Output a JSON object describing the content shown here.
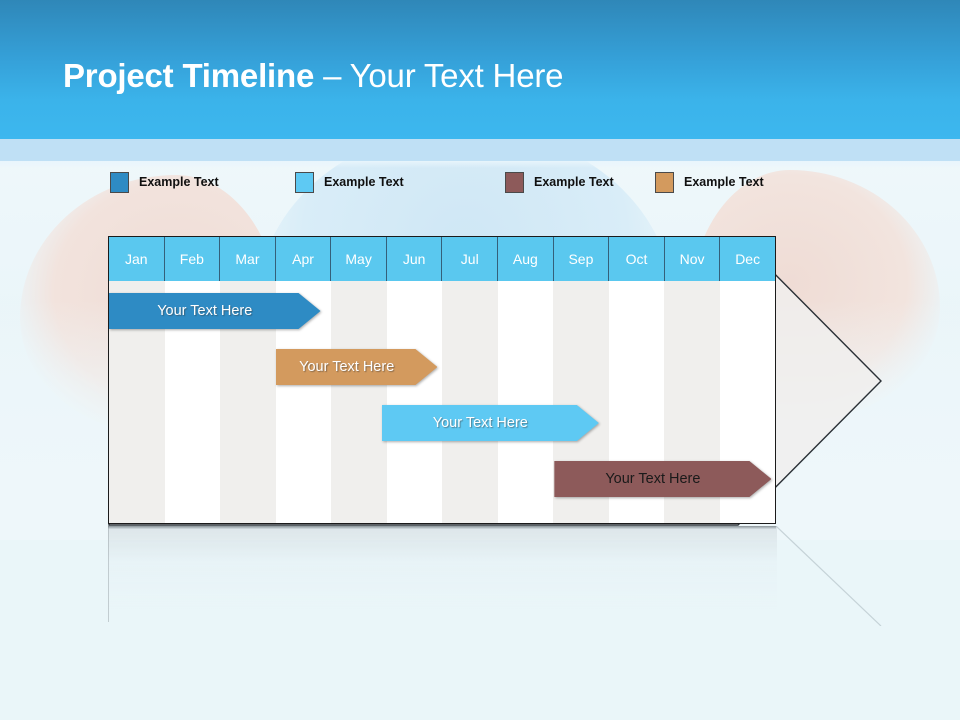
{
  "header": {
    "title_bold": "Project Timeline",
    "title_light": " – Your Text Here"
  },
  "legend": {
    "items": [
      {
        "label": "Example Text",
        "color": "#2e8bc4",
        "icon": "square-swatch-icon"
      },
      {
        "label": "Example Text",
        "color": "#5ec9f3",
        "icon": "square-swatch-icon"
      },
      {
        "label": "Example Text",
        "color": "#8d5a5a",
        "icon": "square-swatch-icon"
      },
      {
        "label": "Example Text",
        "color": "#d39a5e",
        "icon": "square-swatch-icon"
      }
    ]
  },
  "chart_data": {
    "type": "bar",
    "title": "Project Timeline",
    "xlabel": "",
    "ylabel": "",
    "categories": [
      "Jan",
      "Feb",
      "Mar",
      "Apr",
      "May",
      "Jun",
      "Jul",
      "Aug",
      "Sep",
      "Oct",
      "Nov",
      "Dec"
    ],
    "grid": true,
    "legend_position": "top",
    "tasks": [
      {
        "label": "Your  Text Here",
        "color": "#2e8bc4",
        "text_color": "#ffffff",
        "start_month": "Jan",
        "end_month": "Apr",
        "start_index": 0,
        "span": 3.8,
        "row": 0
      },
      {
        "label": "Your  Text Here",
        "color": "#d39a5e",
        "text_color": "#ffffff",
        "start_month": "Apr",
        "end_month": "Jun",
        "start_index": 3,
        "span": 2.9,
        "row": 1
      },
      {
        "label": "Your  Text Here",
        "color": "#5ec9f3",
        "text_color": "#ffffff",
        "start_month": "Jun",
        "end_month": "Sep",
        "start_index": 4.9,
        "span": 3.9,
        "row": 2
      },
      {
        "label": "Your  Text Here",
        "color": "#8d5a5a",
        "text_color": "#1a1a1a",
        "start_month": "Sep",
        "end_month": "Dec",
        "start_index": 8,
        "span": 3.9,
        "row": 3
      }
    ]
  }
}
